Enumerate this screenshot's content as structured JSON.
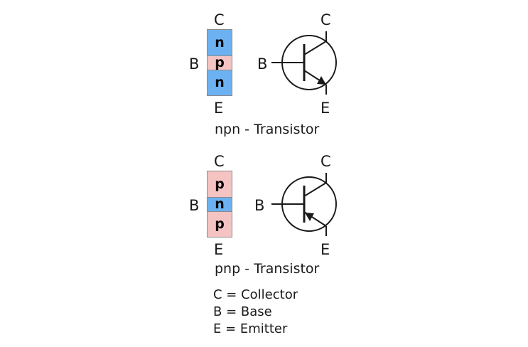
{
  "npn": {
    "collector_top": "C",
    "base_left": "B",
    "emitter_bottom": "E",
    "layers": [
      "n",
      "p",
      "n"
    ],
    "symbol_collector": "C",
    "symbol_base": "B",
    "symbol_emitter": "E",
    "caption": "npn - Transistor"
  },
  "pnp": {
    "collector_top": "C",
    "base_left": "B",
    "emitter_bottom": "E",
    "layers": [
      "p",
      "n",
      "p"
    ],
    "symbol_collector": "C",
    "symbol_base": "B",
    "symbol_emitter": "E",
    "caption": "pnp - Transistor"
  },
  "legend": [
    "C = Collector",
    "B = Base",
    "E = Emitter"
  ],
  "colors": {
    "n_region": "#6cb2f2",
    "p_region": "#f6c3c3"
  }
}
